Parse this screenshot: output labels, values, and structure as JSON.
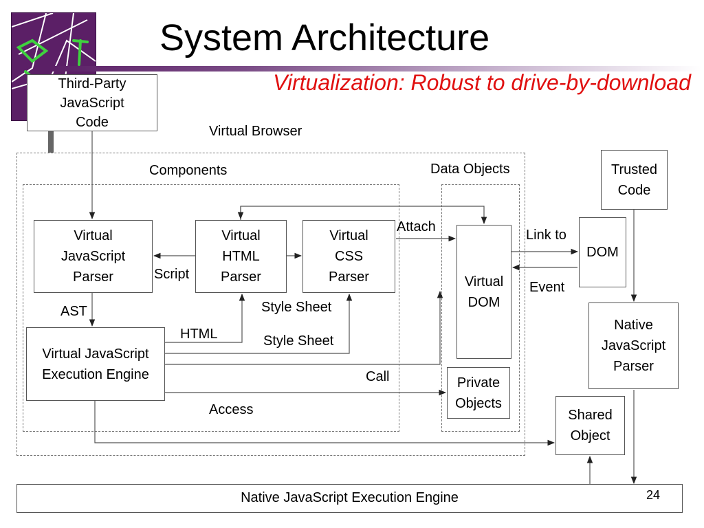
{
  "title": "System Architecture",
  "subtitle": "Virtualization: Robust to drive-by-download",
  "page_number": "24",
  "regions": {
    "virtual_browser": "Virtual Browser",
    "components": "Components",
    "data_objects": "Data Objects"
  },
  "boxes": {
    "third_party": "Third-Party\nJavaScript\nCode",
    "trusted_code": "Trusted\nCode",
    "vjs_parser": "Virtual\nJavaScript\nParser",
    "vhtml_parser": "Virtual\nHTML\nParser",
    "vcss_parser": "Virtual\nCSS\nParser",
    "virtual_dom": "Virtual\nDOM",
    "dom": "DOM",
    "native_parser": "Native\nJavaScript\nParser",
    "vjs_engine": "Virtual JavaScript\nExecution Engine",
    "private_objects": "Private\nObjects",
    "shared_object": "Shared\nObject",
    "native_engine": "Native JavaScript Execution Engine"
  },
  "edge_labels": {
    "attach": "Attach",
    "link_to": "Link to",
    "event": "Event",
    "script": "Script",
    "ast": "AST",
    "html": "HTML",
    "style_sheet_1": "Style Sheet",
    "style_sheet_2": "Style Sheet",
    "call": "Call",
    "access": "Access"
  }
}
